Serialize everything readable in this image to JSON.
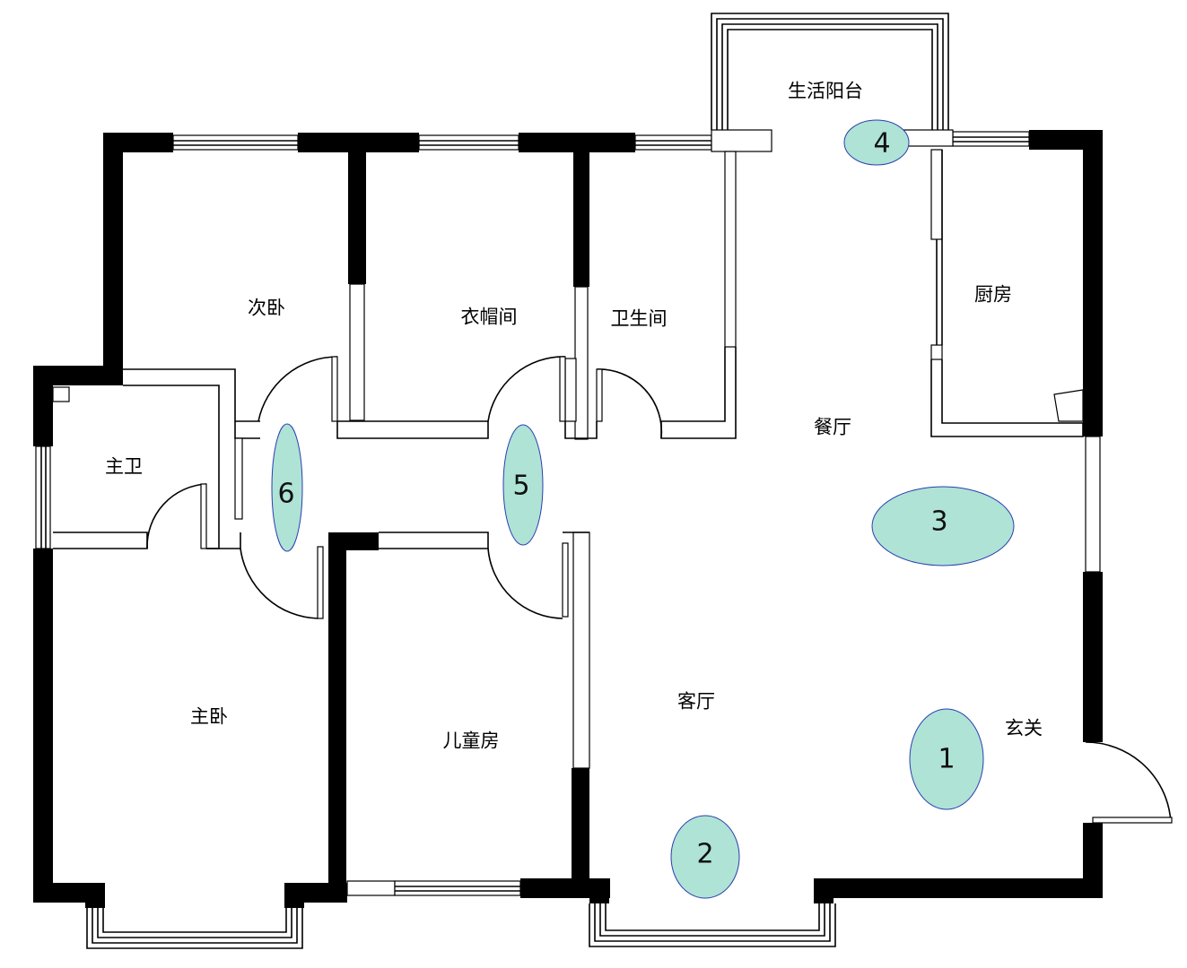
{
  "rooms": {
    "balcony": "生活阳台",
    "second_bedroom": "次卧",
    "cloakroom": "衣帽间",
    "bathroom": "卫生间",
    "kitchen": "厨房",
    "master_bath": "主卫",
    "dining": "餐厅",
    "living": "客厅",
    "foyer": "玄关",
    "master_bedroom": "主卧",
    "kids_room": "儿童房"
  },
  "markers": [
    "1",
    "2",
    "3",
    "4",
    "5",
    "6"
  ],
  "colors": {
    "marker_fill": "#aee3d5",
    "marker_stroke": "#2a3fb0",
    "wall": "#000000"
  }
}
